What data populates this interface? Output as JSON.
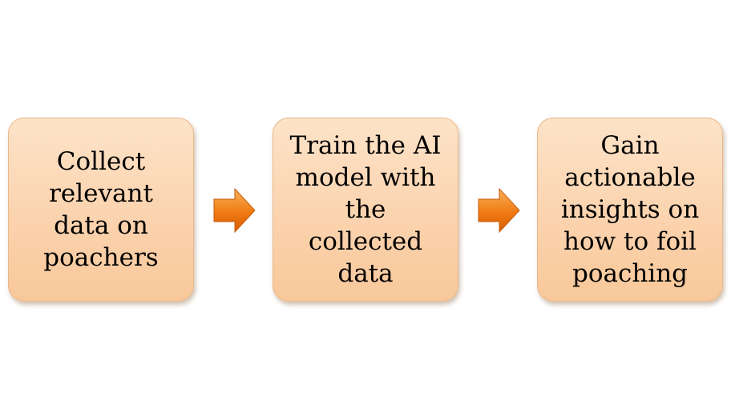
{
  "steps": [
    {
      "text": "Collect\nrelevant\ndata on\npoachers"
    },
    {
      "text": "Train the AI\nmodel with\nthe\ncollected\ndata"
    },
    {
      "text": "Gain\nactionable\ninsights on\nhow to foil\npoaching"
    }
  ],
  "colors": {
    "box_fill": "#fbd3ae",
    "box_border": "#e9b88a",
    "arrow_fill": "#f07a12",
    "arrow_highlight": "#f8b25a"
  }
}
